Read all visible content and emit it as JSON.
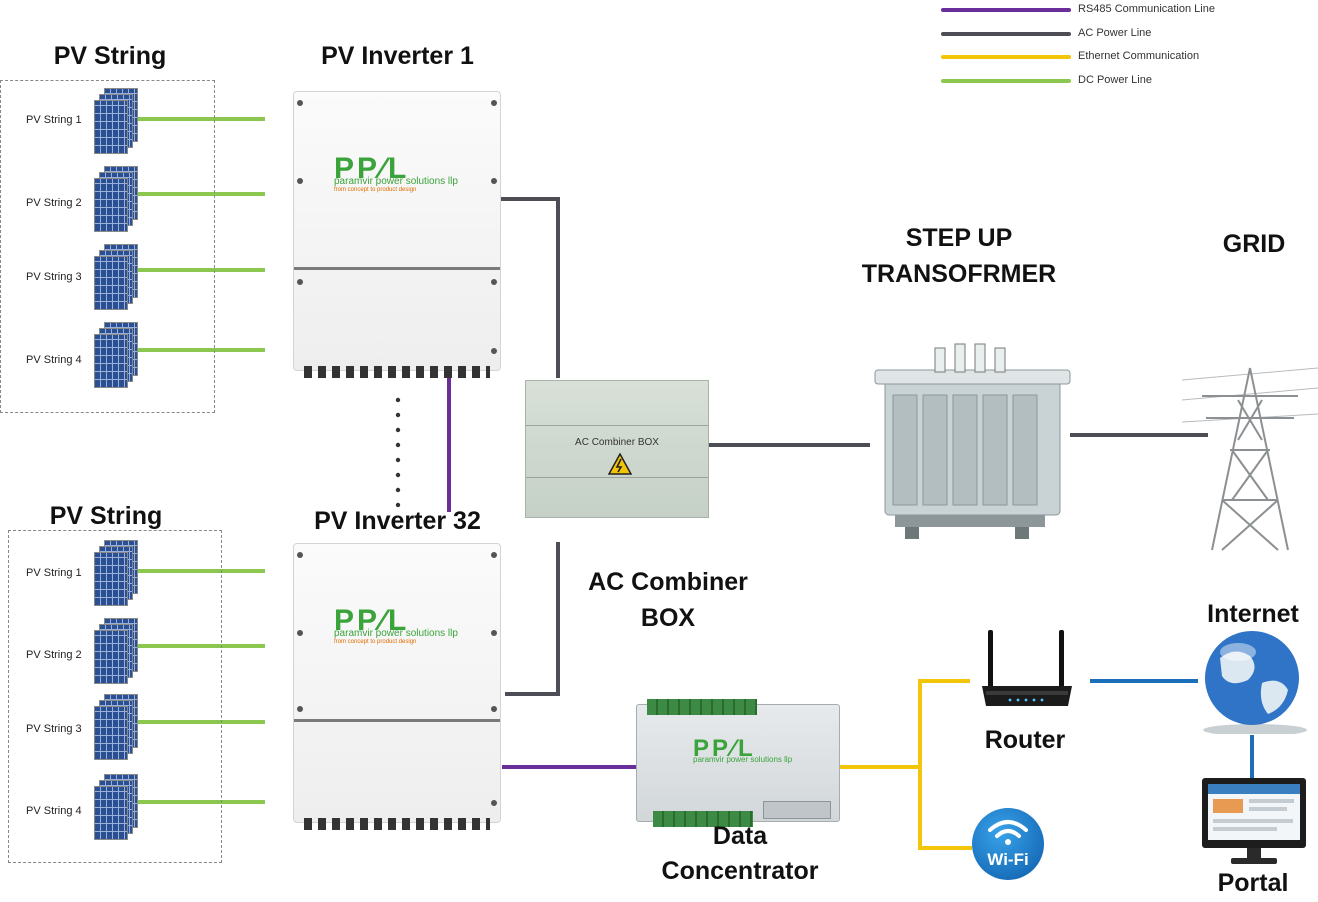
{
  "legend": [
    {
      "label": "RS485 Communication Line",
      "color": "#6a2e9a"
    },
    {
      "label": "AC Power Line",
      "color": "#4d4d55"
    },
    {
      "label": "Ethernet Communication",
      "color": "#f2c40a"
    },
    {
      "label": "DC Power Line",
      "color": "#8cc850"
    }
  ],
  "colors": {
    "rs485": "#6a2e9a",
    "ac": "#4d4d55",
    "ethernet": "#f2c40a",
    "dc": "#8cc850",
    "internet_link": "#1a6fb8"
  },
  "headings": {
    "pv_string_top": "PV String",
    "pv_string_bottom": "PV String",
    "inverter_1": "PV Inverter 1",
    "inverter_32": "PV Inverter 32",
    "transformer_line1": "STEP UP",
    "transformer_line2": "TRANSOFRMER",
    "grid": "GRID",
    "combiner_line1": "AC Combiner",
    "combiner_line2": "BOX",
    "internet": "Internet",
    "router": "Router",
    "concentrator_line1": "Data",
    "concentrator_line2": "Concentrator",
    "portal": "Portal"
  },
  "strings_top": [
    "PV String 1",
    "PV String 2",
    "PV String 3",
    "PV String 4"
  ],
  "strings_bottom": [
    "PV String 1",
    "PV String 2",
    "PV String 3",
    "PV String 4"
  ],
  "logo": {
    "mark": "PP⁄L",
    "company": "paramvir power solutions llp",
    "tagline": "from concept to product design"
  },
  "combiner_box_label": "AC Combiner BOX",
  "wifi_label": "Wi-Fi"
}
